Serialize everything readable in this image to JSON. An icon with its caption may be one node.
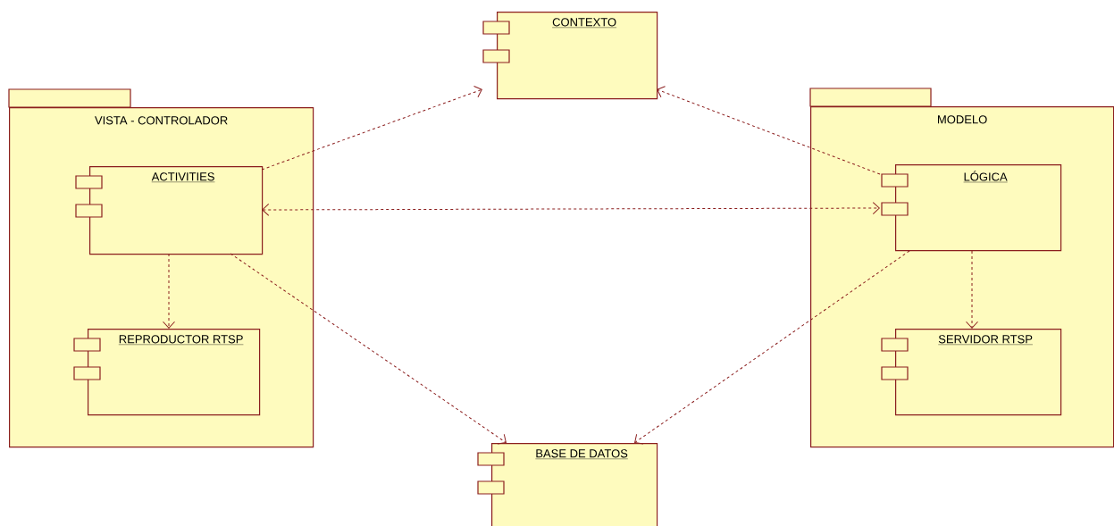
{
  "diagram": {
    "nodes": [
      {
        "text": [
          "CONTEXTO"
        ]
      },
      {
        "text": [
          "VISTA - CONTROLADOR"
        ]
      },
      {
        "text": [
          "ACTIVITIES"
        ],
        "in": 1
      },
      {
        "text": [
          "REPRODUCTOR RTSP"
        ],
        "in": 1
      },
      {
        "text": [
          "MODELO"
        ]
      },
      {
        "text": [
          "LÓGICA"
        ],
        "in": 4
      },
      {
        "text": [
          "SERVIDOR RTSP"
        ],
        "in": 4
      },
      {
        "text": [
          "BASE DE DATOS"
        ]
      }
    ],
    "edges": [
      {
        "from": 2,
        "to": 0,
        "arrow": "to"
      },
      {
        "from": 5,
        "to": 0,
        "arrow": "to"
      },
      {
        "from": 2,
        "to": 5,
        "arrow": "both"
      },
      {
        "from": 2,
        "to": 3,
        "arrow": "to"
      },
      {
        "from": 2,
        "to": 7,
        "arrow": "to"
      },
      {
        "from": 5,
        "to": 7,
        "arrow": "to"
      },
      {
        "from": 5,
        "to": 6,
        "arrow": "to"
      }
    ]
  }
}
